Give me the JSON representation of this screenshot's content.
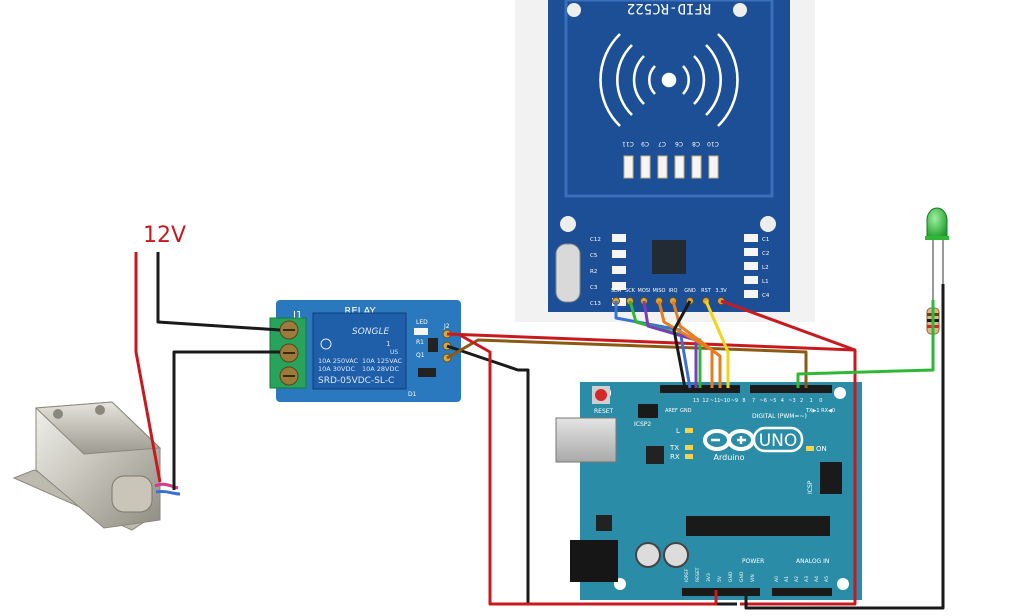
{
  "power_label": "12V",
  "rfid": {
    "title": "RFID-RC522",
    "caps": [
      "C11",
      "C9",
      "C7",
      "C6",
      "C8",
      "C10"
    ],
    "pins": [
      "SDA",
      "SCK",
      "MOSI",
      "MISO",
      "IRQ",
      "GND",
      "RST",
      "3.3V"
    ],
    "left_labels": [
      "C12",
      "C5",
      "R2",
      "C3",
      "C13"
    ],
    "right_labels": [
      "C1",
      "C2",
      "L2",
      "L1",
      "C4"
    ]
  },
  "relay": {
    "j1_label": "J1",
    "title": "RELAY",
    "brand": "SONGLE",
    "spec_left_1": "10A 250VAC",
    "spec_left_2": "10A  30VDC",
    "spec_right_1": "10A 125VAC",
    "spec_right_2": "10A  28VDC",
    "model": "SRD-05VDC-SL-C",
    "led_label": "LED",
    "j2_label": "J2",
    "d1_label": "D1",
    "r1_label": "R1",
    "q1_label": "Q1",
    "us_mark": "US",
    "one_mark": "1"
  },
  "arduino": {
    "reset_label": "RESET",
    "icsp2_label": "ICSP2",
    "brand": "UNO",
    "subbrand": "Arduino",
    "l_label": "L",
    "tx_label": "TX",
    "rx_label": "RX",
    "on_label": "ON",
    "icsp_label": "ICSP",
    "digital_label": "DIGITAL (PWM=~)",
    "aref_label": "AREF",
    "gnd_top_label": "GND",
    "txrx_label": "TX▶1  RX◀0",
    "power_label": "POWER",
    "analog_label": "ANALOG IN",
    "power_pins": [
      "IOREF",
      "RESET",
      "3V3",
      "5V",
      "GND",
      "GND",
      "VIN"
    ],
    "analog_pins": [
      "A0",
      "A1",
      "A2",
      "A3",
      "A4",
      "A5"
    ],
    "digital_pins": [
      "13",
      "12",
      "~11",
      "~10",
      "~9",
      "8",
      "7",
      "~6",
      "~5",
      "4",
      "~3",
      "2",
      "1",
      "0"
    ]
  },
  "wire_colors": {
    "red": "#c8191f",
    "black": "#1a1a1a",
    "green": "#2eb836",
    "brown": "#8b5a12",
    "blue": "#3c6fd8",
    "purple": "#7a3fb8",
    "orange": "#e77d22",
    "yellow": "#f2d41c"
  }
}
